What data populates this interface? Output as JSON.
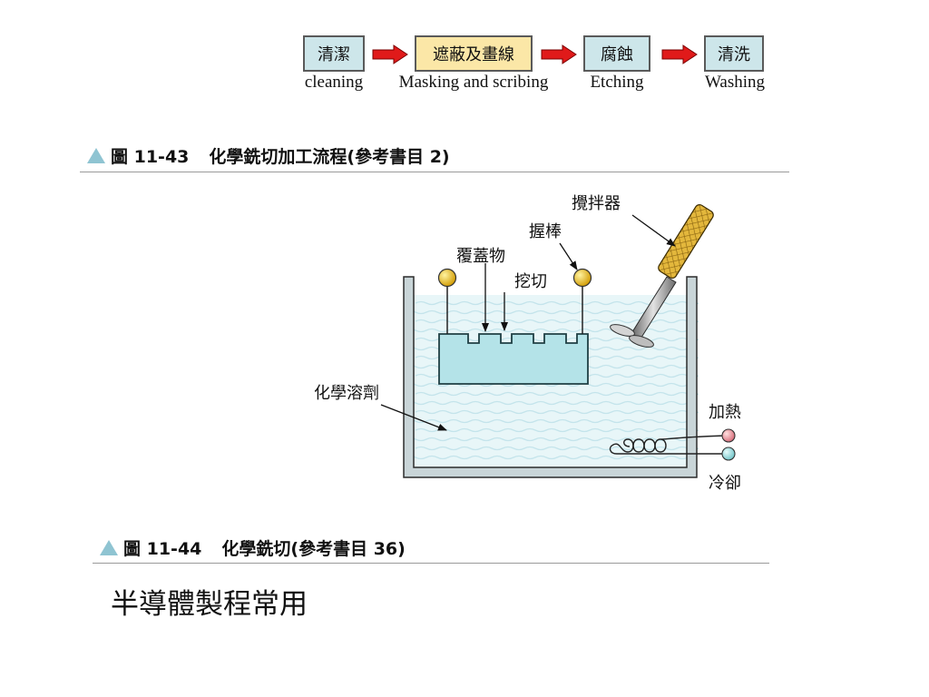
{
  "flow": {
    "steps": [
      {
        "zh": "清潔",
        "en": "cleaning"
      },
      {
        "zh": "遮蔽及畫線",
        "en": "Masking and scribing"
      },
      {
        "zh": "腐蝕",
        "en": "Etching"
      },
      {
        "zh": "清洗",
        "en": "Washing"
      }
    ],
    "colors": {
      "box_default": "#cde6ea",
      "box_highlight": "#fbe7a7",
      "arrow": "#e01a1a"
    }
  },
  "figure_43": {
    "number": "圖 11-43",
    "title": "化學銑切加工流程(參考書目 2)"
  },
  "diagram": {
    "labels": {
      "stirrer": "攪拌器",
      "handle": "握棒",
      "cover": "覆蓋物",
      "cut": "挖切",
      "solvent": "化學溶劑",
      "heating": "加熱",
      "cooling": "冷卻"
    },
    "colors": {
      "liquid": "#e8f6f8",
      "wave": "#c7e6ed",
      "workpiece": "#b4e3e8",
      "ball": "#f0c020",
      "tank_wall": "#c9d5d8"
    }
  },
  "figure_44": {
    "number": "圖 11-44",
    "title": "化學銑切(參考書目 36)"
  },
  "body_text": "半導體製程常用"
}
